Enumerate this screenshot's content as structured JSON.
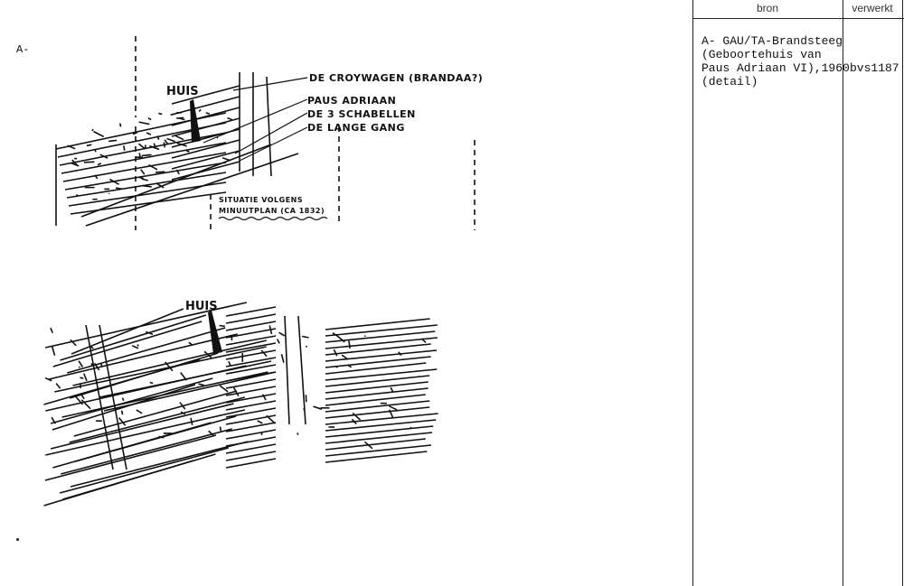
{
  "table": {
    "headers": {
      "source": "bron",
      "processed": "verwerkt"
    },
    "row": {
      "source": "A- GAU/TA-Brandsteeg\n(Geboortehuis van\nPaus Adriaan VI),1960\n(detail)",
      "processed": "bvs1187"
    }
  },
  "item_label": "A-",
  "map_top": {
    "marker": "HUIS",
    "annotations": [
      "DE CROYWAGEN (BRANDAA?)",
      "PAUS ADRIAAN",
      "DE 3 SCHABELLEN",
      "DE LANGE GANG"
    ],
    "caption_line1": "SITUATIE VOLGENS",
    "caption_line2": "MINUUTPLAN (CA 1832)"
  },
  "map_bottom": {
    "marker": "HUIS"
  }
}
